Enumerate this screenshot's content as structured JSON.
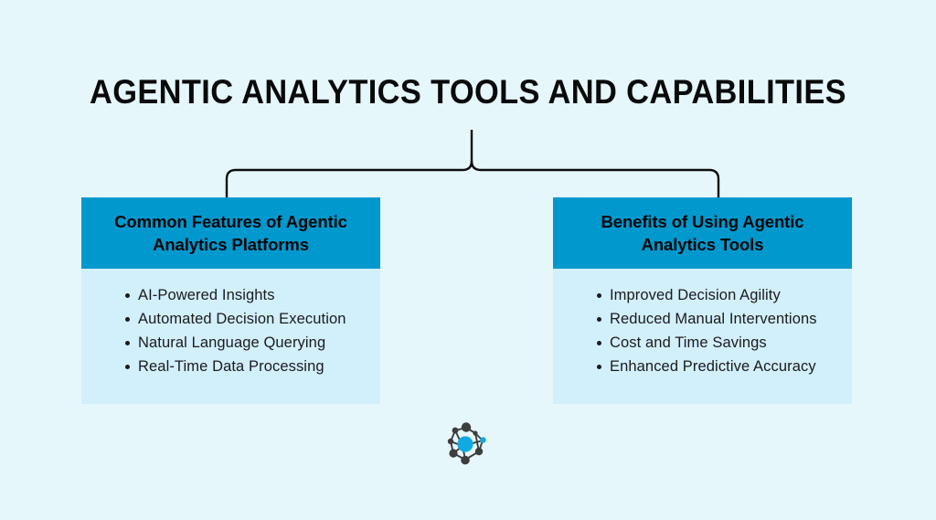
{
  "page": {
    "background_color": "#e6f7fc",
    "title": "AGENTIC ANALYTICS TOOLS AND CAPABILITIES"
  },
  "theme": {
    "header_color": "#0198ce",
    "body_color": "#d2effc",
    "accent_color": "#0fa8e0",
    "node_color": "#3d3d3d",
    "connector_color": "#0d0d0d",
    "text_color": "#1b1b1b"
  },
  "connector": {
    "type": "brace",
    "stem_label": "title-to-branches-connector"
  },
  "cards": [
    {
      "id": "common-features",
      "header": "Common Features of Agentic Analytics Platforms",
      "items": [
        "AI-Powered Insights",
        "Automated Decision Execution",
        "Natural Language Querying",
        "Real-Time Data Processing"
      ]
    },
    {
      "id": "benefits",
      "header": "Benefits of Using Agentic Analytics Tools",
      "items": [
        "Improved Decision Agility",
        "Reduced Manual Interventions",
        "Cost and Time Savings",
        "Enhanced Predictive Accuracy"
      ]
    }
  ],
  "logo": {
    "name": "network-graph-logo",
    "alt": "network-nodes-logo"
  }
}
